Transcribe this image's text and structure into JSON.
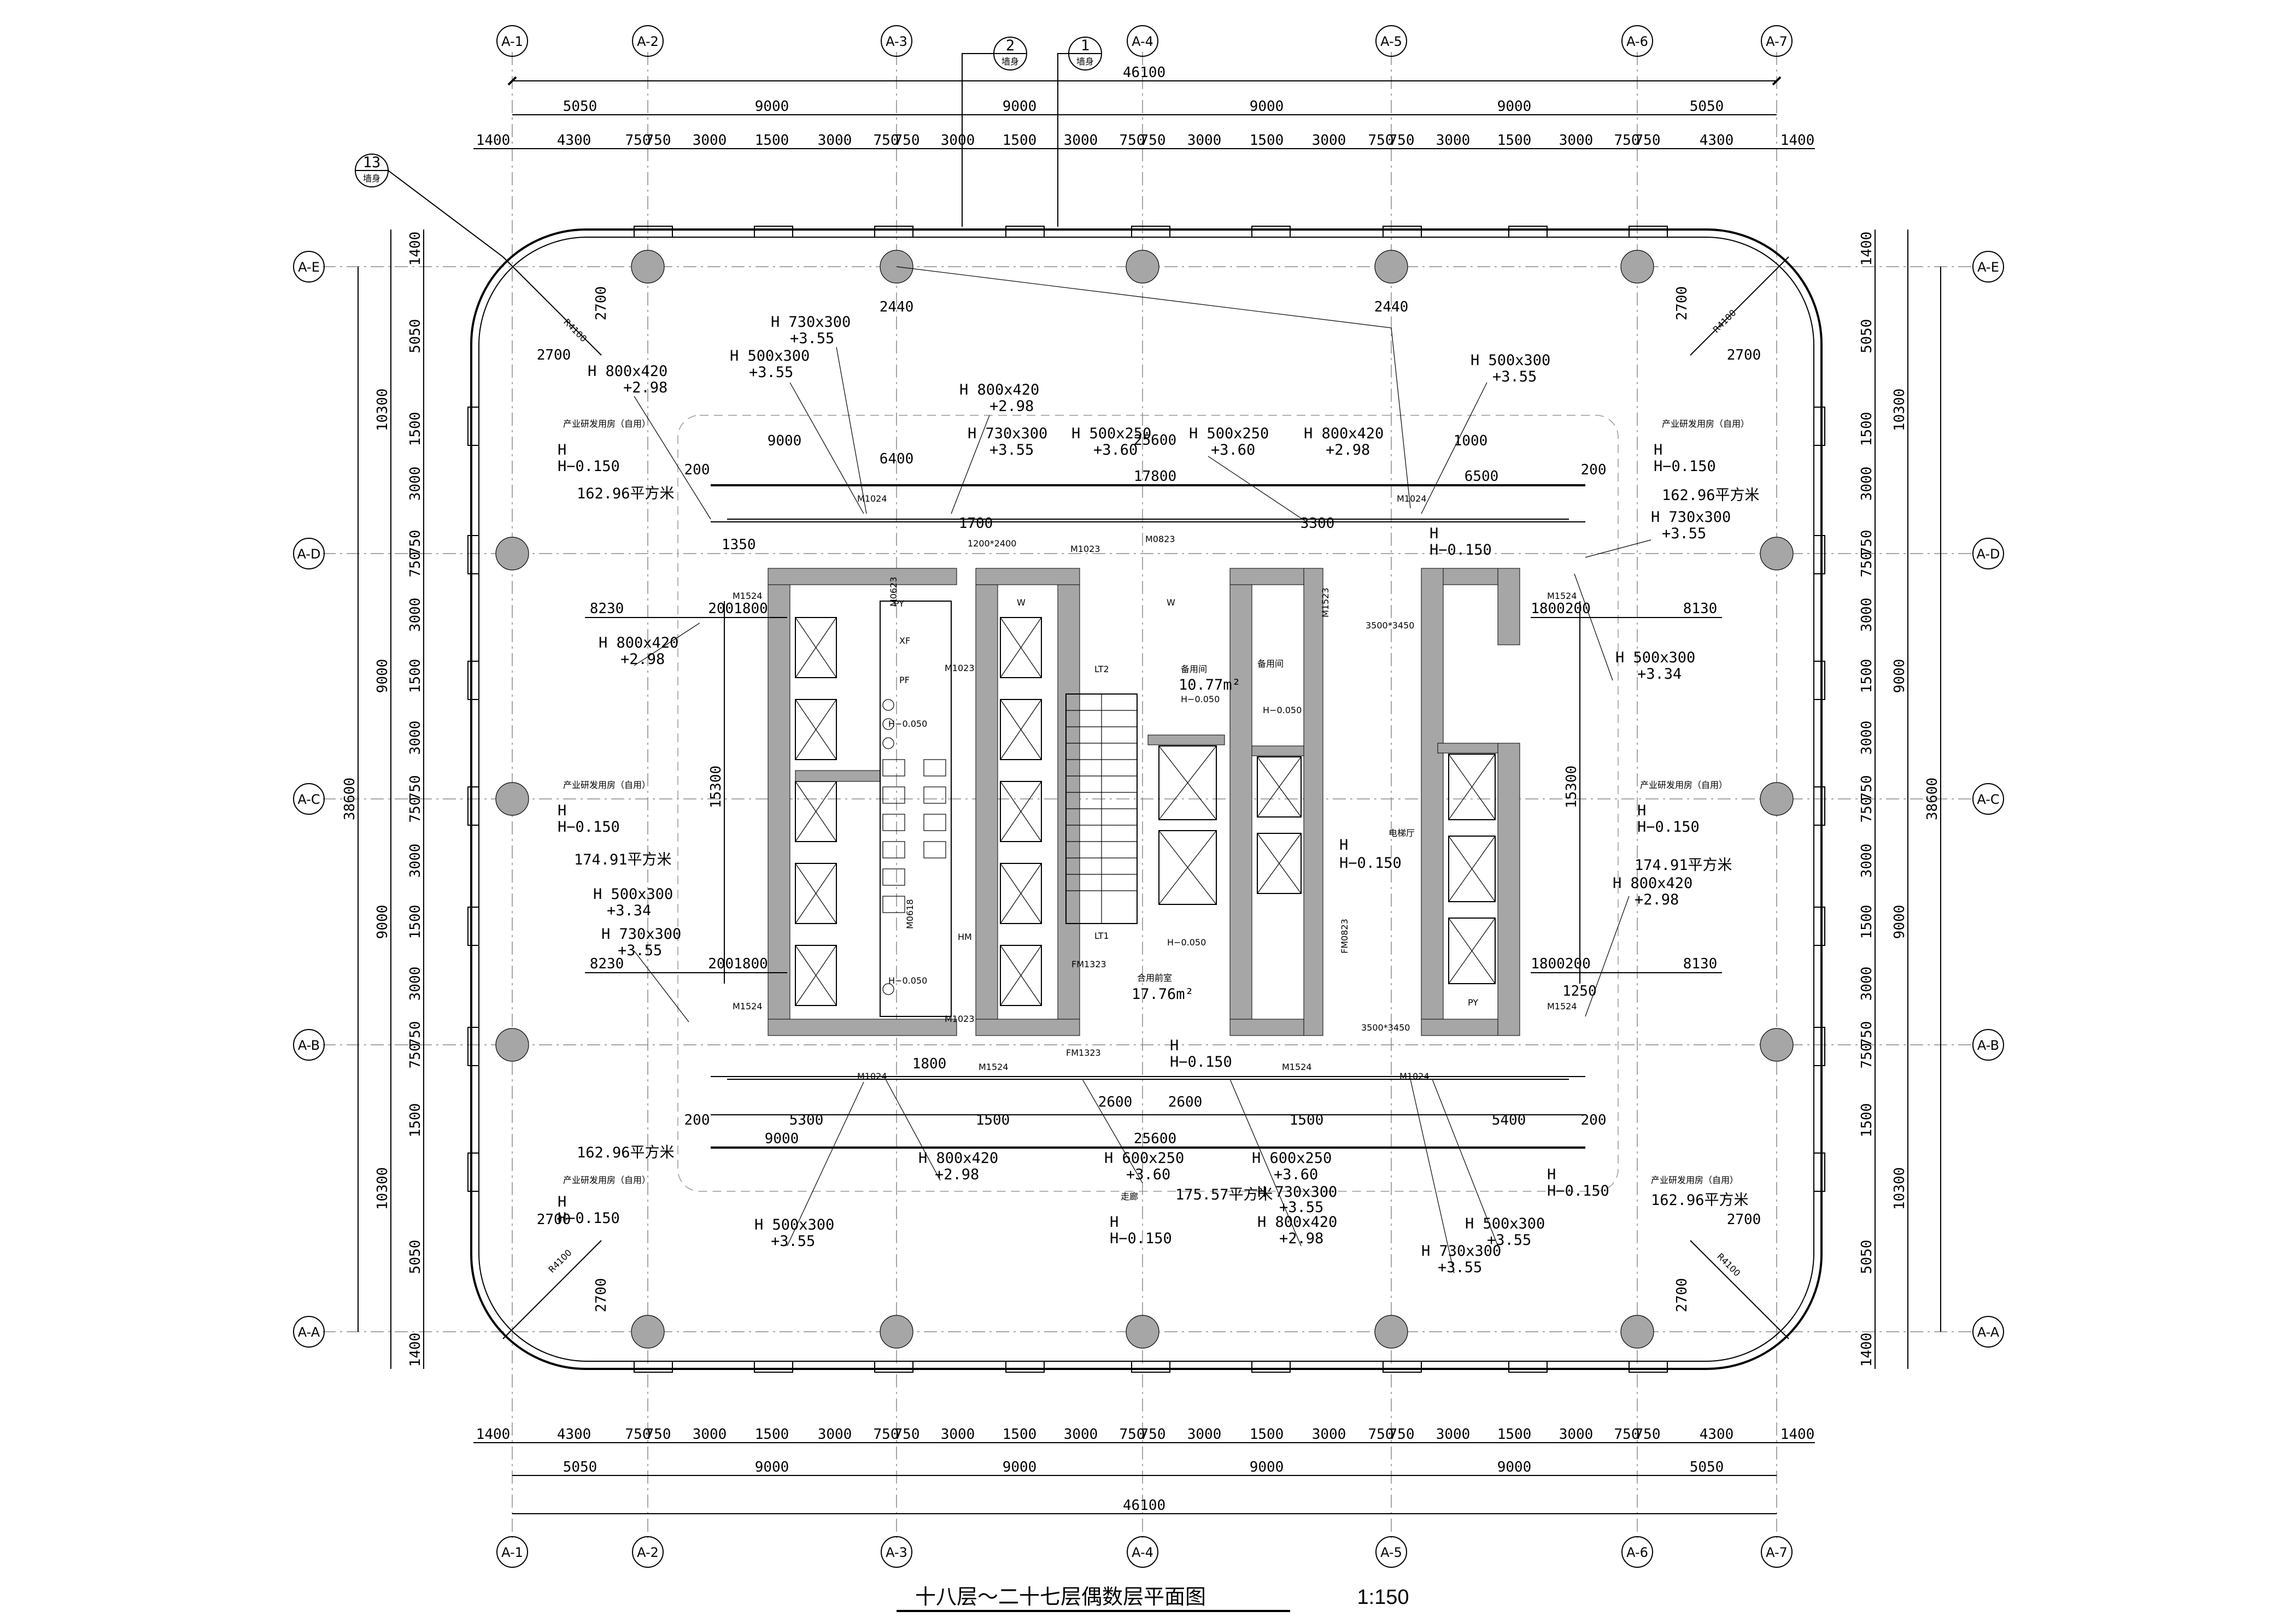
{
  "title": "十八层～二十七层偶数层平面图",
  "scale": "1:150",
  "axes_x": [
    "A-1",
    "A-2",
    "A-3",
    "A-4",
    "A-5",
    "A-6",
    "A-7"
  ],
  "axes_y": [
    "A-E",
    "A-D",
    "A-C",
    "A-B",
    "A-A"
  ],
  "dims_top_total": "46100",
  "dims_top_mid": [
    "5050",
    "9000",
    "9000",
    "9000",
    "9000",
    "5050"
  ],
  "dims_top_fine": [
    "1400",
    "4300",
    "750",
    "750",
    "3000",
    "1500",
    "3000",
    "750",
    "750",
    "3000",
    "1500",
    "3000",
    "750",
    "750",
    "3000",
    "1500",
    "3000",
    "750",
    "750",
    "3000",
    "1500",
    "3000",
    "750",
    "750",
    "4300",
    "1400"
  ],
  "dims_side_total": "38600",
  "dims_side_mid": [
    "10300",
    "9000",
    "9000",
    "10300"
  ],
  "dims_side_fine": [
    "1400",
    "5050",
    "1500",
    "3000",
    "750",
    "750",
    "3000",
    "1500",
    "3000",
    "750",
    "750",
    "3000",
    "1500",
    "3000",
    "750",
    "750",
    "1500",
    "5050",
    "1400"
  ],
  "callouts": {
    "c13": "13",
    "c2": "2",
    "c1": "1",
    "ref_sub": "墙身"
  },
  "room_labels": {
    "office": "产业研发用房（自用）",
    "area_tl": "162.96平方米",
    "area_tr": "162.96平方米",
    "area_bl": "162.96平方米",
    "area_br": "162.96平方米",
    "area_ml": "174.91平方米",
    "area_mr": "174.91平方米",
    "area_bc": "175.57平方米",
    "elev": "H−0.150",
    "elev_h": "H",
    "elev_core": "H−0.050",
    "equip1": "备用间",
    "equip2": "10.77m²",
    "equip3": "17.76m²",
    "equip4": "合用前室",
    "lift_hall": "电梯厅",
    "hall": "走廊",
    "lt1": "LT1",
    "lt2": "LT2",
    "py": "PY",
    "w": "W",
    "xf": "XF",
    "pf": "PF",
    "hm": "HM"
  },
  "ducts": [
    {
      "t": "H 730x300",
      "s": "+3.55"
    },
    {
      "t": "H 500x300",
      "s": "+3.55"
    },
    {
      "t": "H 800x420",
      "s": "+2.98"
    },
    {
      "t": "H 800x420",
      "s": "+2.98"
    },
    {
      "t": "H 730x300",
      "s": "+3.55"
    },
    {
      "t": "H 500x250",
      "s": "+3.60"
    },
    {
      "t": "H 500x250",
      "s": "+3.60"
    },
    {
      "t": "H 800x420",
      "s": "+2.98"
    },
    {
      "t": "H 500x300",
      "s": "+3.55"
    },
    {
      "t": "H 730x300",
      "s": "+3.55"
    },
    {
      "t": "H 800x420",
      "s": "+2.98"
    },
    {
      "t": "H 500x300",
      "s": "+3.34"
    },
    {
      "t": "H 500x300",
      "s": "+3.34"
    },
    {
      "t": "H 730x300",
      "s": "+3.55"
    },
    {
      "t": "H 800x420",
      "s": "+2.98"
    },
    {
      "t": "H 800x420",
      "s": "+2.98"
    },
    {
      "t": "H 600x250",
      "s": "+3.60"
    },
    {
      "t": "H 600x250",
      "s": "+3.60"
    },
    {
      "t": "H 730x300",
      "s": "+3.55"
    },
    {
      "t": "H 800x420",
      "s": "+2.98"
    },
    {
      "t": "H 500x300",
      "s": "+3.55"
    },
    {
      "t": "H 500x300",
      "s": "+3.55"
    },
    {
      "t": "H 730x300",
      "s": "+3.55"
    }
  ],
  "inner_dims": {
    "d25600": "25600",
    "d17800": "17800",
    "d6400": "6400",
    "d6500": "6500",
    "d9000": "9000",
    "d1000": "1000",
    "d200": "200",
    "d8230": "8230",
    "d8130": "8130",
    "d15300": "15300",
    "d2440": "2440",
    "d2700": "2700",
    "d3300": "3300",
    "d1700": "1700",
    "d1800": "1800",
    "d2600": "2600",
    "d5300": "5300",
    "d5400": "5400",
    "d1500": "1500",
    "d1350": "1350",
    "d1250": "1250",
    "d2001800": "2001800",
    "d1800200": "1800200",
    "r4100": "R4100"
  },
  "doors": {
    "m1024": "M1024",
    "m1023": "M1023",
    "m1524": "M1524",
    "m1523": "M1523",
    "m0823": "M0823",
    "fm1323": "FM1323",
    "fm0823": "FM0823",
    "m0623": "M0623",
    "m0618": "M0618",
    "win": "3500*3450",
    "win2": "1200*2400"
  }
}
